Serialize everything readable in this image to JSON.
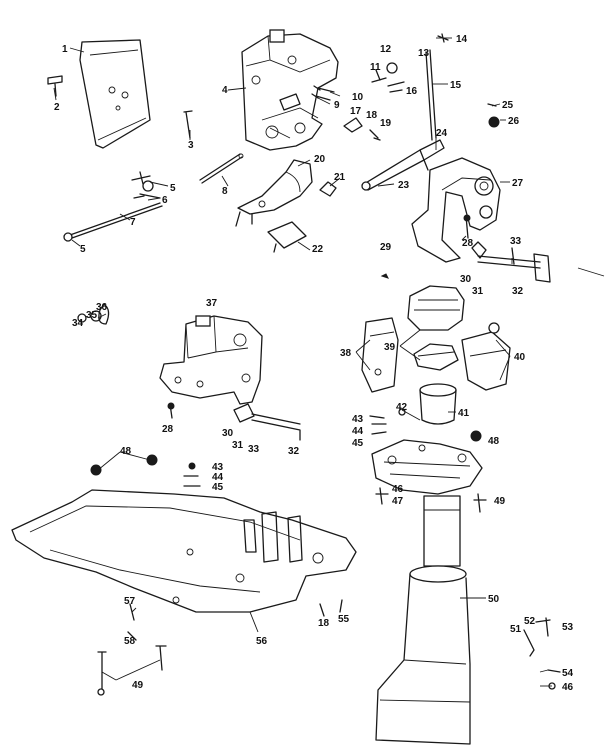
{
  "labels": {
    "l1": "1",
    "l2": "2",
    "l3": "3",
    "l4": "4",
    "l5a": "5",
    "l5b": "5",
    "l6": "6",
    "l7": "7",
    "l8": "8",
    "l9": "9",
    "l10": "10",
    "l11": "11",
    "l12": "12",
    "l13": "13",
    "l14": "14",
    "l15": "15",
    "l16": "16",
    "l17": "17",
    "l18": "18",
    "l19": "19",
    "l20": "20",
    "l21": "21",
    "l22": "22",
    "l23": "23",
    "l24": "24",
    "l25": "25",
    "l26": "26",
    "l27": "27",
    "l28a": "28",
    "l28b": "28",
    "l29": "29",
    "l30a": "30",
    "l30b": "30",
    "l31a": "31",
    "l31b": "31",
    "l32a": "32",
    "l32b": "32",
    "l33a": "33",
    "l33b": "33",
    "l34": "34",
    "l35": "35",
    "l36": "36",
    "l37": "37",
    "l38": "38",
    "l39": "39",
    "l40": "40",
    "l41": "41",
    "l42": "42",
    "l43a": "43",
    "l43b": "43",
    "l44a": "44",
    "l44b": "44",
    "l45a": "45",
    "l45b": "45",
    "l46a": "46",
    "l46b": "46",
    "l47": "47",
    "l48a": "48",
    "l48b": "48",
    "l49a": "49",
    "l49b": "49",
    "l50": "50",
    "l51": "51",
    "l52": "52",
    "l53": "53",
    "l54": "54",
    "l55": "55",
    "l56": "56",
    "l57": "57",
    "l58": "58",
    "l18b": "18"
  }
}
